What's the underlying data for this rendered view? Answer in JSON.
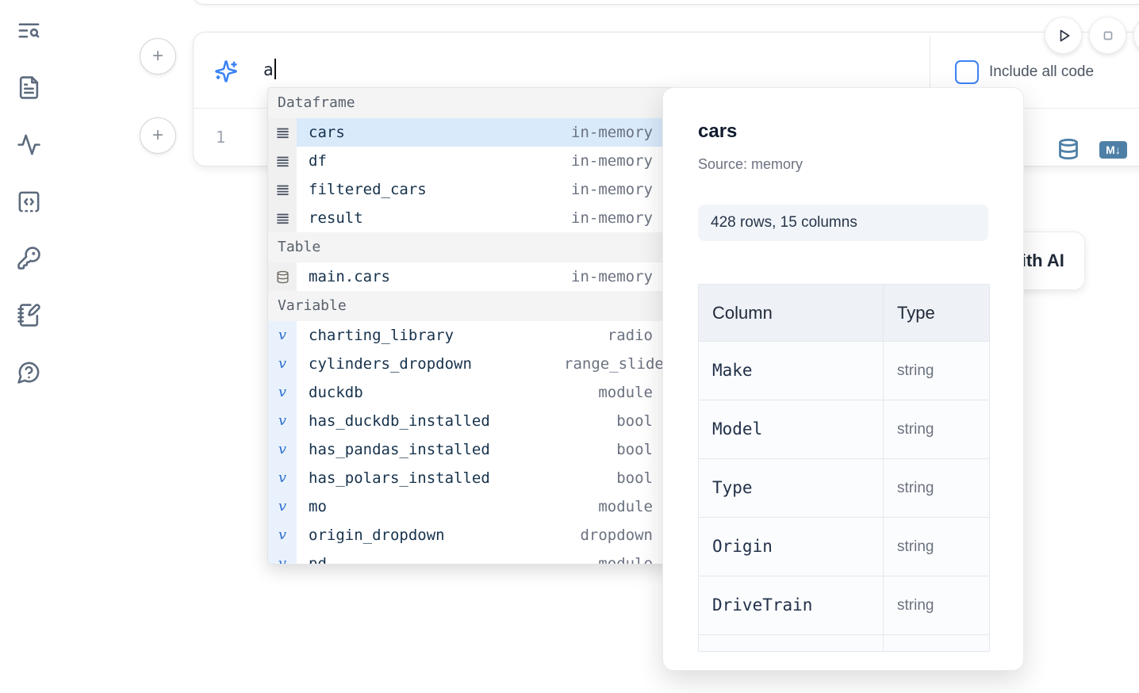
{
  "colors": {
    "accent_blue": "#3b82f6",
    "selection_blue": "#d9eafb",
    "steel_blue_icon": "#4e80a7",
    "sidebar_icon": "#5c6a7d",
    "muted_text": "#6b7280",
    "dark_text": "#16324c"
  },
  "sidebar": {
    "icons": [
      "text-search",
      "file-text",
      "activity",
      "code-snippets",
      "key",
      "notebook-pen",
      "help-chat"
    ]
  },
  "toolbar": {
    "run_button": "play-icon",
    "stop_button": "stop-icon"
  },
  "prompt": {
    "value": "a",
    "icon": "sparkles-icon",
    "include_all_code_label": "Include all code",
    "checkbox_checked": false
  },
  "editor": {
    "line_number": "1",
    "output_icons": [
      "database-icon",
      "markdown-icon"
    ],
    "markdown_badge_text": "M↓"
  },
  "generate_button": {
    "label": "Generate with AI"
  },
  "autocomplete": {
    "sections": [
      {
        "label": "Dataframe",
        "icon": "dataframe",
        "items": [
          {
            "name": "cars",
            "type": "in-memory",
            "selected": true
          },
          {
            "name": "df",
            "type": "in-memory",
            "selected": false
          },
          {
            "name": "filtered_cars",
            "type": "in-memory",
            "selected": false
          },
          {
            "name": "result",
            "type": "in-memory",
            "selected": false
          }
        ]
      },
      {
        "label": "Table",
        "icon": "table",
        "items": [
          {
            "name": "main.cars",
            "type": "in-memory",
            "selected": false
          }
        ]
      },
      {
        "label": "Variable",
        "icon": "variable",
        "items": [
          {
            "name": "charting_library",
            "type": "radio",
            "selected": false
          },
          {
            "name": "cylinders_dropdown",
            "type": "range_slider",
            "selected": false
          },
          {
            "name": "duckdb",
            "type": "module",
            "selected": false
          },
          {
            "name": "has_duckdb_installed",
            "type": "bool",
            "selected": false
          },
          {
            "name": "has_pandas_installed",
            "type": "bool",
            "selected": false
          },
          {
            "name": "has_polars_installed",
            "type": "bool",
            "selected": false
          },
          {
            "name": "mo",
            "type": "module",
            "selected": false
          },
          {
            "name": "origin_dropdown",
            "type": "dropdown",
            "selected": false
          },
          {
            "name": "pd",
            "type": "module",
            "selected": false
          }
        ]
      }
    ]
  },
  "preview": {
    "title": "cars",
    "source": "Source: memory",
    "shape": "428 rows, 15 columns",
    "table": {
      "headers": [
        "Column",
        "Type"
      ],
      "rows": [
        [
          "Make",
          "string"
        ],
        [
          "Model",
          "string"
        ],
        [
          "Type",
          "string"
        ],
        [
          "Origin",
          "string"
        ],
        [
          "DriveTrain",
          "string"
        ],
        [
          "",
          ""
        ]
      ]
    }
  }
}
